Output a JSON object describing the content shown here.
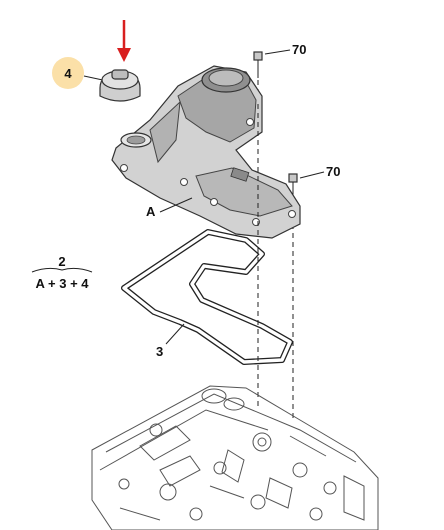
{
  "labels": {
    "part_4": "4",
    "bolt_top": "70",
    "bolt_right": "70",
    "cover": "A",
    "kit_number": "2",
    "kit_formula": "A + 3 + 4",
    "gasket": "3"
  },
  "colors": {
    "highlight_circle": "#fbe0a8",
    "arrow": "#d81f1f",
    "part_fill": "#d2d2d2",
    "part_dark": "#9a9a9a",
    "outline": "#333333"
  }
}
